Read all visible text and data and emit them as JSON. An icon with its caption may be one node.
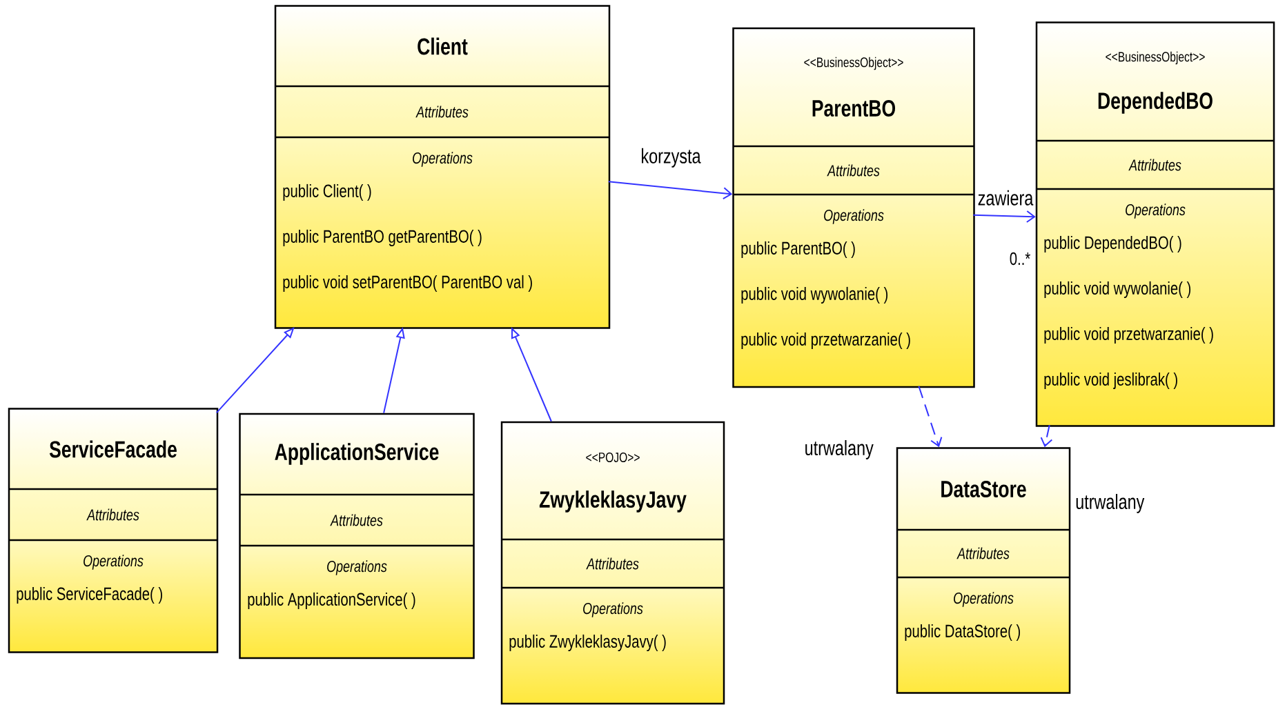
{
  "diagram": {
    "nodes": [
      {
        "text": [
          "Client",
          "Attributes",
          "Operations",
          "public Client( )",
          "public ParentBO  getParentBO( )",
          "public void  setParentBO( ParentBO val )"
        ]
      },
      {
        "text": [
          "<<BusinessObject>>",
          "ParentBO",
          "Attributes",
          "Operations",
          "public ParentBO( )",
          "public void  wywolanie( )",
          "public void  przetwarzanie( )"
        ]
      },
      {
        "text": [
          "<<BusinessObject>>",
          "DependedBO",
          "Attributes",
          "Operations",
          "public DependedBO( )",
          "public void  wywolanie( )",
          "public void  przetwarzanie( )",
          "public void  jeslibrak( )"
        ]
      },
      {
        "text": [
          "ServiceFacade",
          "Attributes",
          "Operations",
          "public ServiceFacade( )"
        ]
      },
      {
        "text": [
          "ApplicationService",
          "Attributes",
          "Operations",
          "public ApplicationService( )"
        ]
      },
      {
        "text": [
          "<<POJO>>",
          "ZwykleklasyJavy",
          "Attributes",
          "Operations",
          "public ZwykleklasyJavy( )"
        ]
      },
      {
        "text": [
          "DataStore",
          "Attributes",
          "Operations",
          "public DataStore( )"
        ]
      }
    ],
    "edges": [
      {
        "from": 0,
        "to": 1,
        "arrow": "to",
        "label": "korzysta"
      },
      {
        "from": 1,
        "to": 2,
        "arrow": "to",
        "label": "zawiera"
      },
      {
        "from": 3,
        "to": 0,
        "arrow": "to"
      },
      {
        "from": 4,
        "to": 0,
        "arrow": "to"
      },
      {
        "from": 5,
        "to": 0,
        "arrow": "to"
      },
      {
        "from": 1,
        "to": 6,
        "arrow": "to",
        "style": "dashed",
        "label": "utrwalany"
      },
      {
        "from": 2,
        "to": 6,
        "arrow": "to",
        "style": "dashed",
        "label": "utrwalany"
      }
    ],
    "labels": [
      "0..*"
    ]
  }
}
